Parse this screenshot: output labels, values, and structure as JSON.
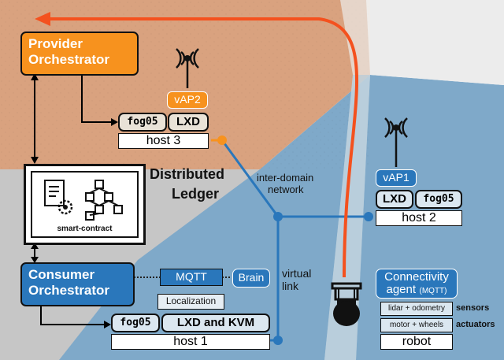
{
  "provider": {
    "line1": "Provider",
    "line2": "Orchestrator",
    "color": "#f7921e"
  },
  "consumer": {
    "line1": "Consumer",
    "line2": "Orchestrator",
    "color": "#2a77bb"
  },
  "ledger": {
    "line1": "Distributed",
    "line2": "Ledger",
    "contract_label": "smart-contract"
  },
  "host3": {
    "vap": "vAP2",
    "fog": "fog05",
    "lxd": "LXD",
    "name": "host 3"
  },
  "host2": {
    "vap": "vAP1",
    "fog": "fog05",
    "lxd": "LXD",
    "name": "host 2"
  },
  "host1": {
    "fog": "fog05",
    "virt": "LXD and KVM",
    "name": "host 1"
  },
  "network": {
    "inter_domain_1": "inter-domain",
    "inter_domain_2": "network",
    "virtual_1": "virtual",
    "virtual_2": "link"
  },
  "services": {
    "mqtt": "MQTT",
    "brain": "Brain",
    "localization": "Localization"
  },
  "robot": {
    "agent_1": "Connectivity",
    "agent_2": "agent",
    "agent_mqtt": "(MQTT)",
    "sensors_box": "lidar + odometry",
    "sensors_label": "sensors",
    "actuators_box": "motor + wheels",
    "actuators_label": "actuators",
    "name": "robot"
  },
  "colors": {
    "orange_region": "#d9a27f",
    "blue_region": "#7fa9c9",
    "gray_region": "#c4c4c4",
    "path": "#f4511e",
    "link": "#2a77bb",
    "accent_blue": "#4a90d9"
  }
}
